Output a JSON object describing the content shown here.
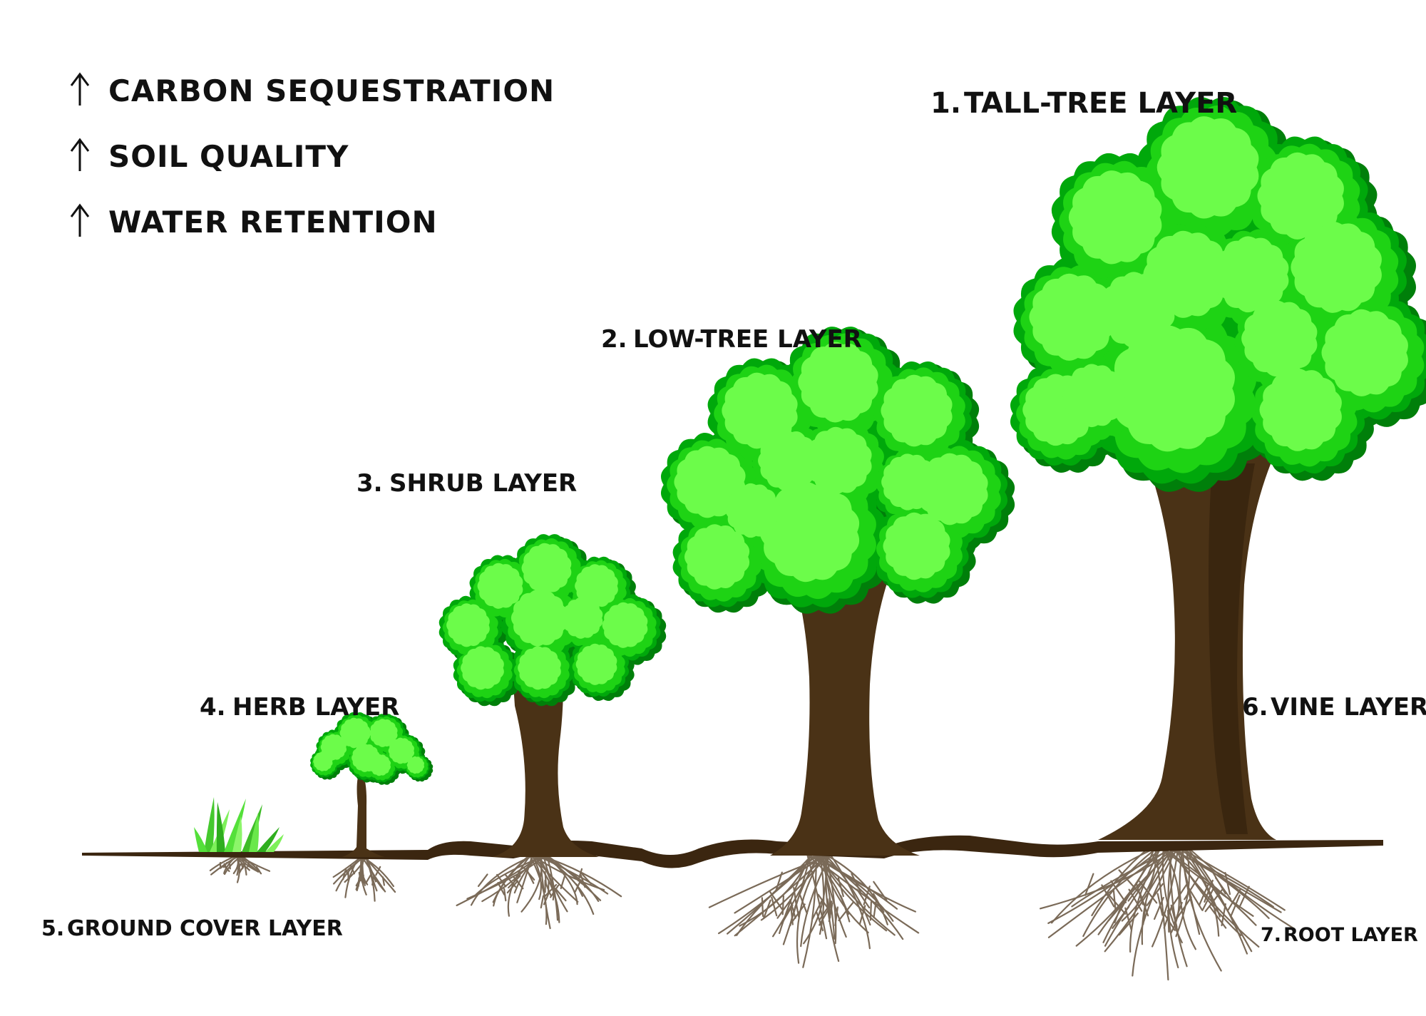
{
  "benefits": [
    {
      "text": "CARBON SEQUESTRATION",
      "icon": "arrow-up-icon"
    },
    {
      "text": "SOIL QUALITY",
      "icon": "arrow-up-icon"
    },
    {
      "text": "WATER RETENTION",
      "icon": "arrow-up-icon"
    }
  ],
  "layers": [
    {
      "num": "1.",
      "name": "TALL-TREE LAYER"
    },
    {
      "num": "2.",
      "name": "LOW-TREE LAYER"
    },
    {
      "num": "3.",
      "name": "SHRUB LAYER"
    },
    {
      "num": "4.",
      "name": "HERB LAYER"
    },
    {
      "num": "5.",
      "name": "GROUND COVER LAYER"
    },
    {
      "num": "6.",
      "name": "VINE LAYER"
    },
    {
      "num": "7.",
      "name": "ROOT LAYER"
    }
  ],
  "colors": {
    "canopy_dark": "#00a80b",
    "canopy_mid": "#1ed314",
    "canopy_light": "#6cfc4a",
    "canopy_shadow": "#007f0a",
    "trunk": "#4a3216",
    "trunk_shade": "#2e1d0b",
    "ground": "#3b2610",
    "roots": "#7a6a58",
    "grass": "#54e03a"
  }
}
